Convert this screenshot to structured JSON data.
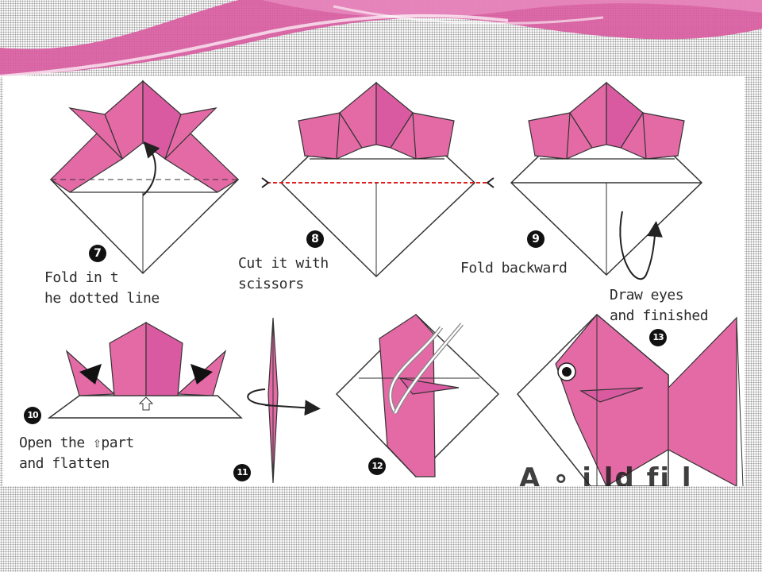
{
  "colors": {
    "pink": "#e46aa6",
    "pink_dark": "#c9418a",
    "band_pink": "#d95aa0",
    "cut_line": "#e02020"
  },
  "steps": [
    {
      "number": "7",
      "caption_line1": "Fold in t",
      "caption_line2": "he dotted line"
    },
    {
      "number": "8",
      "caption_line1": "Cut it with",
      "caption_line2": "scissors"
    },
    {
      "number": "9",
      "caption_line1": "Fold backward"
    },
    {
      "number": "10",
      "caption_line1": "Open the ⇧part",
      "caption_line2": "and flatten"
    },
    {
      "number": "11"
    },
    {
      "number": "12"
    },
    {
      "number": "13",
      "caption_line1": "Draw eyes",
      "caption_line2": "and finished"
    }
  ],
  "watermark": "A ∘ i ld fi l"
}
